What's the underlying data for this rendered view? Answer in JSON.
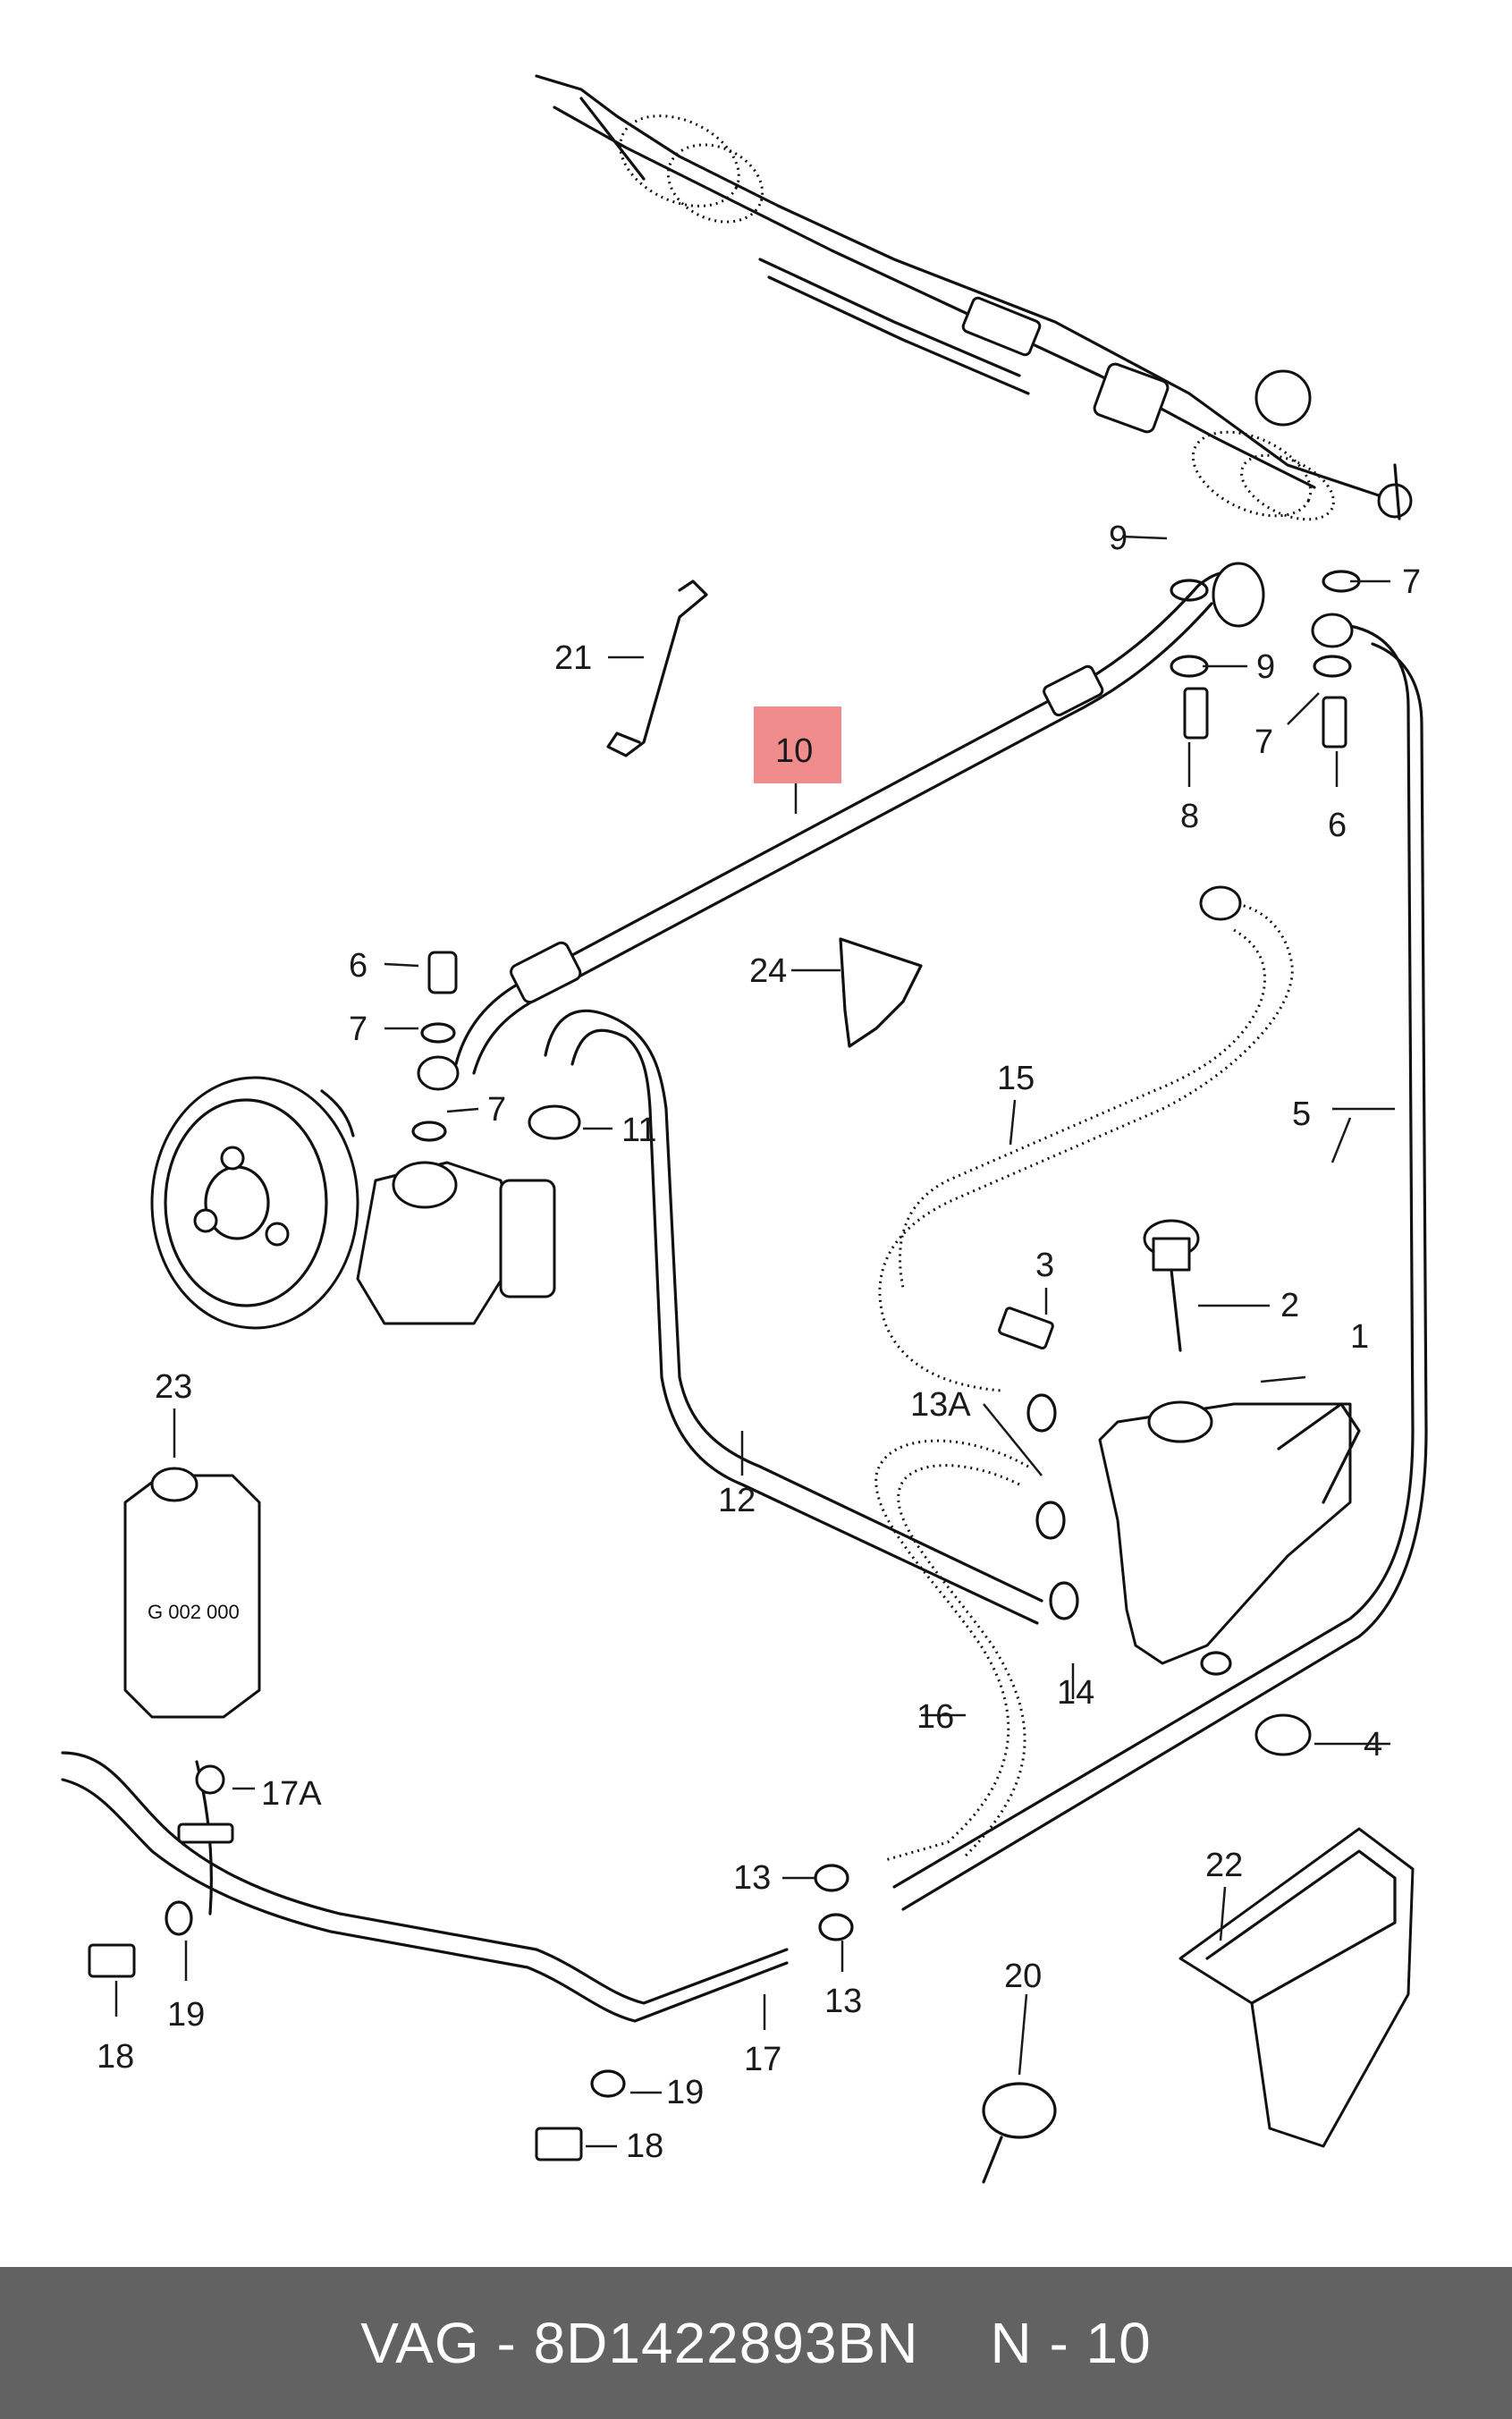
{
  "callouts": {
    "c1": "1",
    "c2": "2",
    "c3": "3",
    "c4": "4",
    "c5": "5",
    "c6a": "6",
    "c6b": "6",
    "c7a": "7",
    "c7b": "7",
    "c7c": "7",
    "c7d": "7",
    "c8": "8",
    "c9a": "9",
    "c9b": "9",
    "c10": "10",
    "c11": "11",
    "c12": "12",
    "c13a": "13",
    "c13b": "13",
    "c13A": "13A",
    "c14": "14",
    "c15": "15",
    "c16": "16",
    "c17": "17",
    "c17A": "17A",
    "c18a": "18",
    "c18b": "18",
    "c19a": "19",
    "c19b": "19",
    "c20": "20",
    "c21": "21",
    "c22": "22",
    "c23": "23",
    "c24": "24"
  },
  "can_label": "G 002 000",
  "highlight_color": "#f08c8c",
  "footer": {
    "part_ref": "VAG - 8D1422893BN",
    "position": "N - 10",
    "background": "#626262"
  }
}
